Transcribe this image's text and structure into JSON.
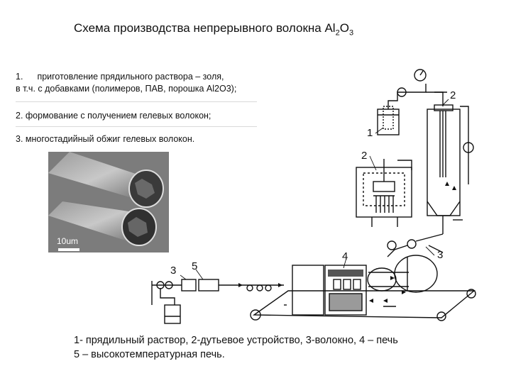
{
  "title": {
    "prefix": "Схема производства непрерывного волокна Al",
    "sub1": "2",
    "mid": "O",
    "sub2": "3"
  },
  "steps": [
    {
      "num": "1.",
      "text": "приготовление прядильного раствора – золя,",
      "line2": "в т.ч. с добавками (полимеров, ПАВ, порошка Al2O3);"
    },
    {
      "text": "2. формование с получением гелевых волокон;"
    },
    {
      "text": "3. многостадийный обжиг гелевых волокон."
    }
  ],
  "photo": {
    "scale_label": "10um"
  },
  "diagram_labels": {
    "reservoir": "1",
    "spinneret_top": "2",
    "blower": "2",
    "fiber": "3",
    "oven_bottom": "3",
    "furnace": "4",
    "ht_furnace": "5"
  },
  "caption": {
    "line1": "1- прядильный раствор, 2-дутьевое устройство, 3-волокно, 4 – печь",
    "line2": "5 – высокотемпературная печь."
  }
}
